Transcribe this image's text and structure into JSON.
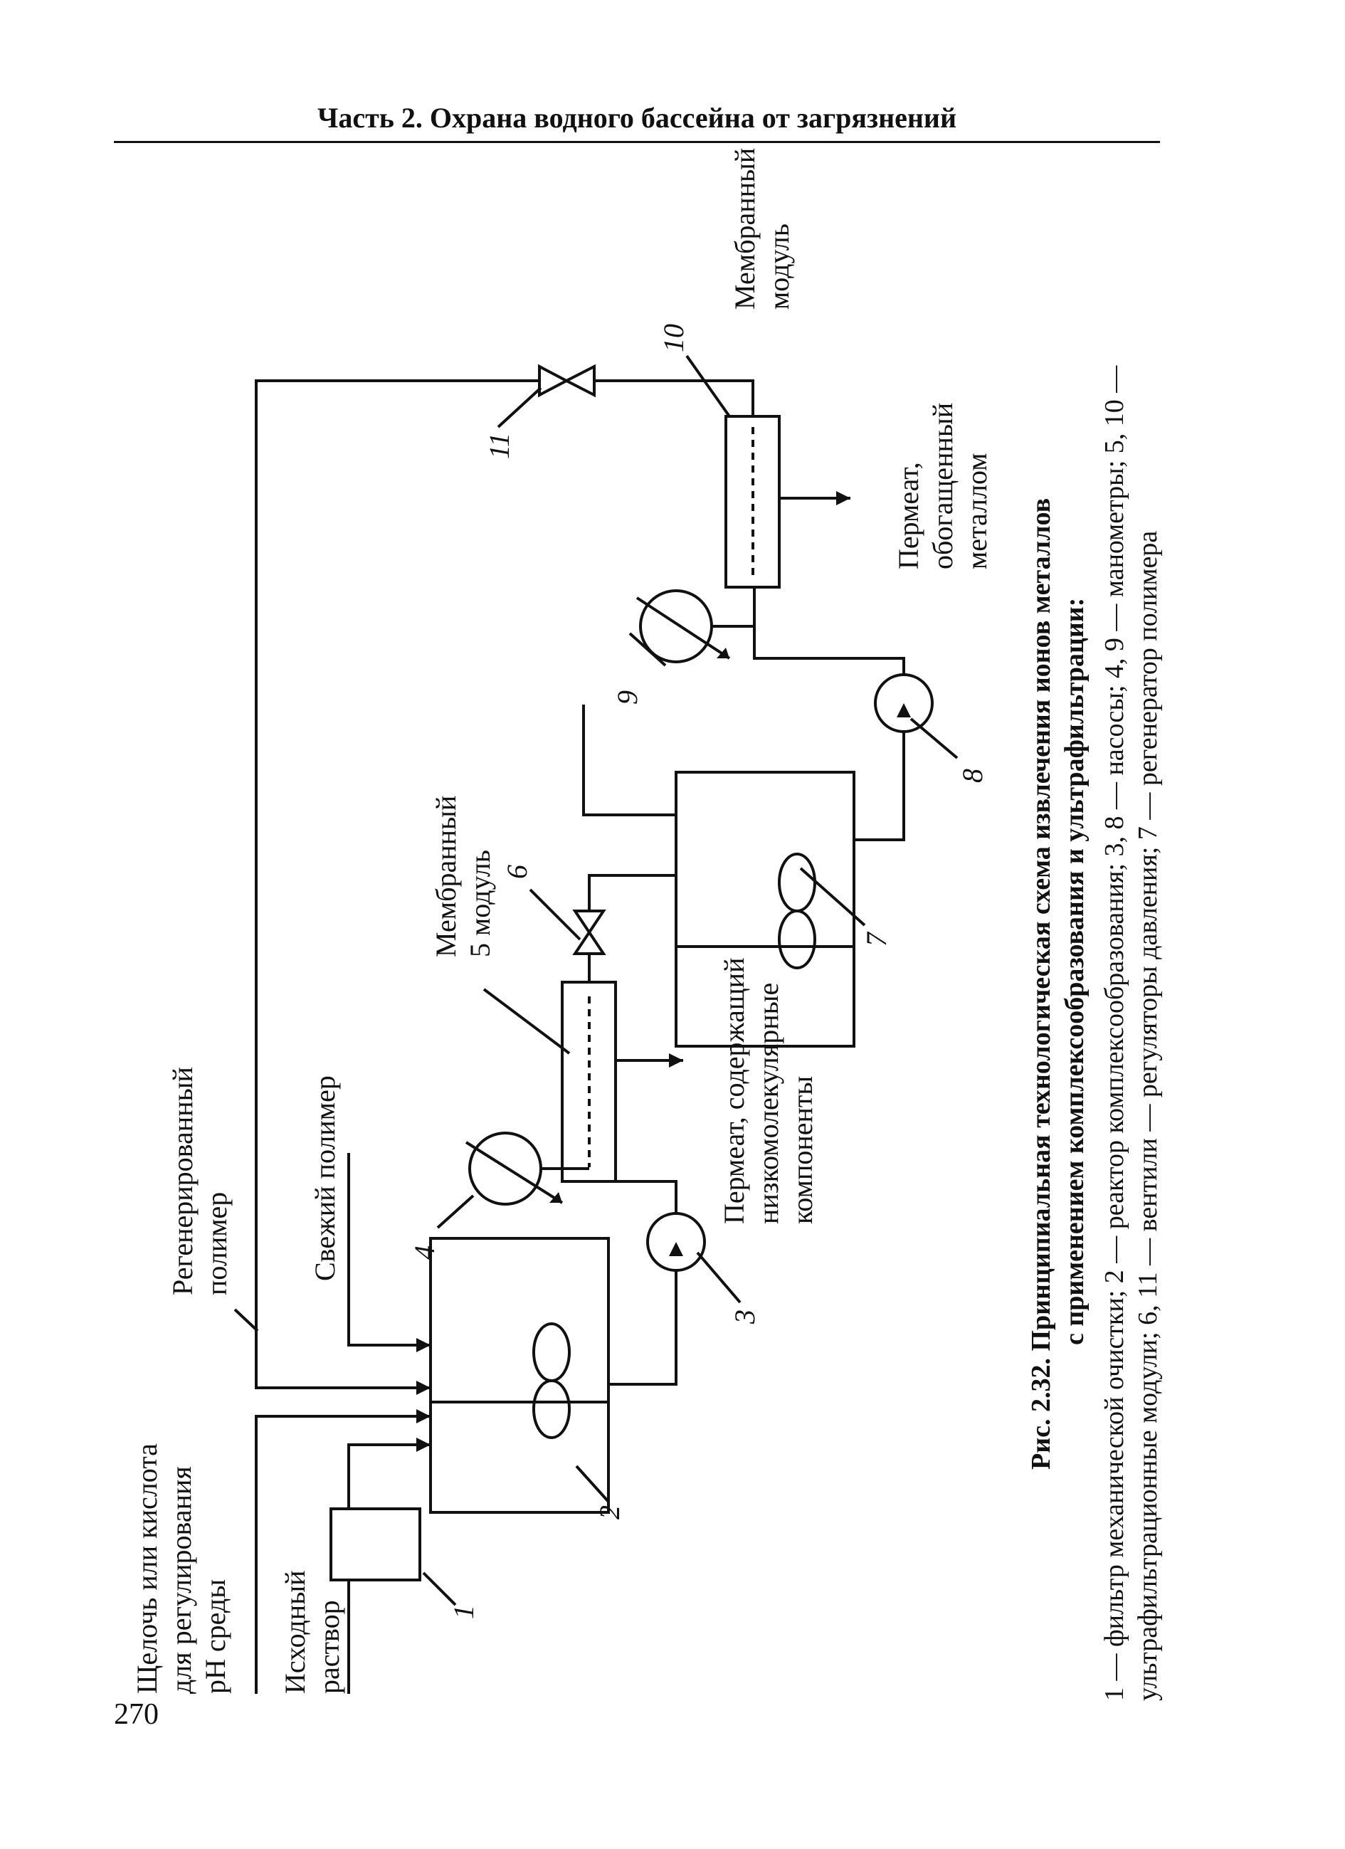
{
  "header": {
    "running_head": "Часть 2. Охрана водного бассейна от загрязнений",
    "page_number": "270"
  },
  "diagram": {
    "labels": {
      "alkali": [
        "Щелочь или кислота",
        "для регулирования",
        "pH среды"
      ],
      "source": [
        "Исходный",
        "раствор"
      ],
      "regen_polymer": [
        "Регенерированный",
        "полимер"
      ],
      "fresh_polymer": "Свежий полимер",
      "membrane1": [
        "Мембранный",
        "5 модуль"
      ],
      "permeate1": [
        "Пермеат, содержащий",
        "низкомолекулярные",
        "компоненты"
      ],
      "membrane2": [
        "Мембранный",
        "модуль"
      ],
      "permeate2": [
        "Пермеат,",
        "обогащенный",
        "металлом"
      ]
    },
    "numbers": {
      "n1": "1",
      "n2": "2",
      "n3": "3",
      "n4": "4",
      "n6": "6",
      "n7": "7",
      "n8": "8",
      "n9": "9",
      "n10": "10",
      "n11": "11"
    }
  },
  "caption": {
    "title_lines": [
      "Рис. 2.32. Принципиальная технологическая схема извлечения ионов металлов",
      "с применением комплексообразования и ультрафильтрации:"
    ],
    "body_lines": [
      "1 — фильтр механической очистки; 2 — реактор комплексообразования; 3, 8 — насосы; 4, 9 — манометры; 5, 10 —",
      "ультрафильтрационные модули; 6, 11 — вентили — регуляторы давления; 7 — регенератор полимера"
    ]
  },
  "colors": {
    "ink": "#111111",
    "paper": "#ffffff"
  }
}
